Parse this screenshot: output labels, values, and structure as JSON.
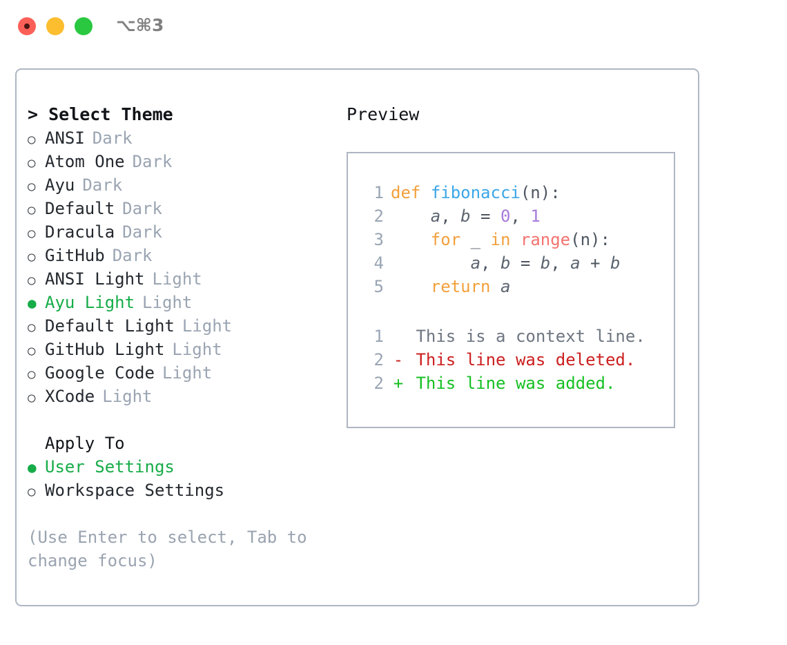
{
  "titlebar": {
    "shortcut": "⌥⌘3",
    "dots": [
      "close",
      "minimize",
      "maximize"
    ]
  },
  "left": {
    "heading": "> Select Theme",
    "themes": [
      {
        "bullet": "○",
        "name": "ANSI",
        "badge": "Dark",
        "selected": false
      },
      {
        "bullet": "○",
        "name": "Atom One",
        "badge": "Dark",
        "selected": false
      },
      {
        "bullet": "○",
        "name": "Ayu",
        "badge": "Dark",
        "selected": false
      },
      {
        "bullet": "○",
        "name": "Default",
        "badge": "Dark",
        "selected": false
      },
      {
        "bullet": "○",
        "name": "Dracula",
        "badge": "Dark",
        "selected": false
      },
      {
        "bullet": "○",
        "name": "GitHub",
        "badge": "Dark",
        "selected": false
      },
      {
        "bullet": "○",
        "name": "ANSI Light",
        "badge": "Light",
        "selected": false
      },
      {
        "bullet": "●",
        "name": "Ayu Light",
        "badge": "Light",
        "selected": true
      },
      {
        "bullet": "○",
        "name": "Default Light",
        "badge": "Light",
        "selected": false
      },
      {
        "bullet": "○",
        "name": "GitHub Light",
        "badge": "Light",
        "selected": false
      },
      {
        "bullet": "○",
        "name": "Google Code",
        "badge": "Light",
        "selected": false
      },
      {
        "bullet": "○",
        "name": "XCode",
        "badge": "Light",
        "selected": false
      }
    ],
    "apply_to_title": "Apply To",
    "apply_to": [
      {
        "bullet": "●",
        "name": "User Settings",
        "selected": true
      },
      {
        "bullet": "○",
        "name": "Workspace Settings",
        "selected": false
      }
    ],
    "hint": "(Use Enter to select, Tab to change focus)"
  },
  "right": {
    "preview_title": "Preview",
    "code": [
      {
        "num": "1",
        "tokens": [
          {
            "t": "def",
            "c": "kw"
          },
          {
            "t": " ",
            "c": "pnc"
          },
          {
            "t": "fibonacci",
            "c": "fn"
          },
          {
            "t": "(n):",
            "c": "pnc"
          }
        ]
      },
      {
        "num": "2",
        "tokens": [
          {
            "t": "    ",
            "c": "pnc"
          },
          {
            "t": "a",
            "c": "pln"
          },
          {
            "t": ", ",
            "c": "pnc"
          },
          {
            "t": "b",
            "c": "pln"
          },
          {
            "t": " = ",
            "c": "pnc"
          },
          {
            "t": "0",
            "c": "num"
          },
          {
            "t": ", ",
            "c": "pnc"
          },
          {
            "t": "1",
            "c": "num"
          }
        ]
      },
      {
        "num": "3",
        "tokens": [
          {
            "t": "    ",
            "c": "pnc"
          },
          {
            "t": "for",
            "c": "kw"
          },
          {
            "t": " ",
            "c": "pnc"
          },
          {
            "t": "_",
            "c": "pln"
          },
          {
            "t": " ",
            "c": "pnc"
          },
          {
            "t": "in",
            "c": "kw"
          },
          {
            "t": " ",
            "c": "pnc"
          },
          {
            "t": "range",
            "c": "bi"
          },
          {
            "t": "(n):",
            "c": "pnc"
          }
        ]
      },
      {
        "num": "4",
        "tokens": [
          {
            "t": "        ",
            "c": "pnc"
          },
          {
            "t": "a",
            "c": "pln"
          },
          {
            "t": ", ",
            "c": "pnc"
          },
          {
            "t": "b",
            "c": "pln"
          },
          {
            "t": " = ",
            "c": "pnc"
          },
          {
            "t": "b",
            "c": "pln"
          },
          {
            "t": ", ",
            "c": "pnc"
          },
          {
            "t": "a",
            "c": "pln"
          },
          {
            "t": " + ",
            "c": "pnc"
          },
          {
            "t": "b",
            "c": "pln"
          }
        ]
      },
      {
        "num": "5",
        "tokens": [
          {
            "t": "    ",
            "c": "pnc"
          },
          {
            "t": "return",
            "c": "kw"
          },
          {
            "t": " ",
            "c": "pnc"
          },
          {
            "t": "a",
            "c": "pln"
          }
        ]
      }
    ],
    "diff": [
      {
        "num": "1",
        "marker": " ",
        "text": " This is a context line.",
        "kind": "ctx"
      },
      {
        "num": "2",
        "marker": "-",
        "text": " This line was deleted.",
        "kind": "del"
      },
      {
        "num": "2",
        "marker": "+",
        "text": " This line was added.",
        "kind": "add"
      }
    ]
  },
  "colors": {
    "accent_green": "#16ac48",
    "muted": "#9aa4b2",
    "border": "#aeb6c2",
    "keyword": "#f2a03c",
    "function": "#3ba6e8",
    "number": "#a77bda",
    "builtin": "#f4736f",
    "diff_deleted": "#cc1f1f",
    "diff_added": "#17c024"
  }
}
